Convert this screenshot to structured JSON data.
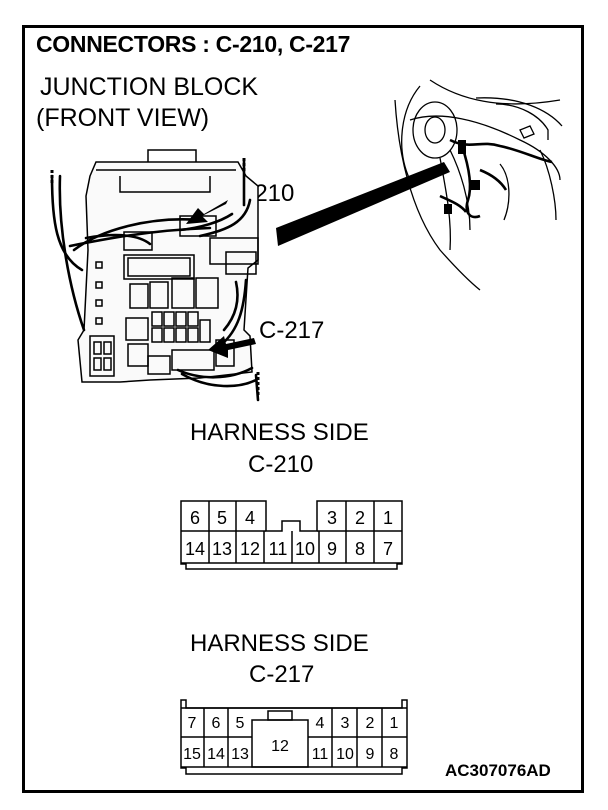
{
  "title": "CONNECTORS : C-210, C-217",
  "junction_block": {
    "line1": "JUNCTION BLOCK",
    "line2": "(FRONT VIEW)"
  },
  "callouts": {
    "c210": "C-210",
    "c217": "C-217"
  },
  "connector_c210": {
    "heading": "HARNESS SIDE",
    "name": "C-210",
    "top_row_left": [
      "6",
      "5",
      "4"
    ],
    "top_row_right": [
      "3",
      "2",
      "1"
    ],
    "bottom_row": [
      "14",
      "13",
      "12",
      "11",
      "10",
      "9",
      "8",
      "7"
    ]
  },
  "connector_c217": {
    "heading": "HARNESS SIDE",
    "name": "C-217",
    "top_row_left": [
      "7",
      "6",
      "5"
    ],
    "top_row_right": [
      "4",
      "3",
      "2",
      "1"
    ],
    "bottom_row_left": [
      "15",
      "14",
      "13"
    ],
    "center": "12",
    "bottom_row_right": [
      "11",
      "10",
      "9",
      "8"
    ]
  },
  "figure_code": "AC307076AD"
}
